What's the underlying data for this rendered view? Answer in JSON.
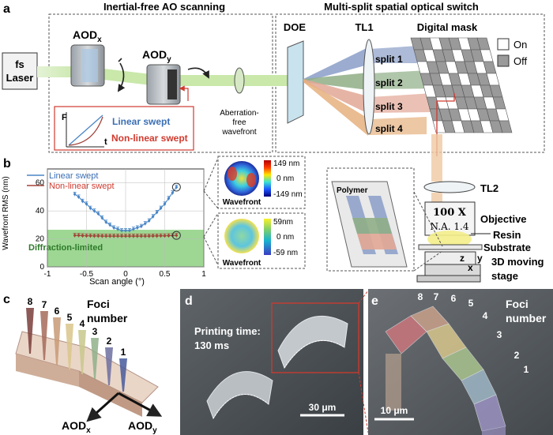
{
  "panel_a": {
    "label": "a",
    "title_left": "Inertial-free AO scanning",
    "title_right": "Multi-split spatial optical switch",
    "laser": [
      "fs",
      "Laser"
    ],
    "aod_x": "AOD",
    "aod_x_sub": "x",
    "aod_y": "AOD",
    "aod_y_sub": "y",
    "aberration_lines": [
      "Aberration-",
      "free",
      "wavefront"
    ],
    "inset_axis_y": "F",
    "inset_axis_x": "t",
    "inset_linear": "Linear swept",
    "inset_nonlinear": "Non-linear swept",
    "doe": "DOE",
    "tl1": "TL1",
    "digital_mask": "Digital mask",
    "splits": [
      "split 1",
      "split 2",
      "split 3",
      "split 4"
    ],
    "legend_on": "On",
    "legend_off": "Off",
    "tl2": "TL2",
    "objective_mag": "100 X",
    "objective_na": "N.A. 1.4",
    "objective_label": "Objective",
    "resin": "Resin",
    "substrate": "Substrate",
    "stage_label": [
      "3D moving",
      "stage"
    ],
    "stage_axes": [
      "z",
      "y",
      "x"
    ],
    "polymer": "Polymer"
  },
  "panel_b": {
    "label": "b",
    "wavefront_label": "Wavefront",
    "cbar_top": [
      "149 nm",
      "0 nm",
      "-149 nm"
    ],
    "cbar_bottom": [
      "59nm",
      "0 nm",
      "-59 nm"
    ],
    "diffraction_limited": "Diffraction-limited"
  },
  "chart_data": {
    "type": "line",
    "title": "",
    "xlabel": "Scan angle (°)",
    "ylabel": "Wavefront RMS (nm)",
    "xlim": [
      -1,
      1
    ],
    "ylim": [
      0,
      70
    ],
    "xticks": [
      "-1",
      "-0.5",
      "0",
      "0.5",
      "1"
    ],
    "yticks": [
      "0",
      "20",
      "40",
      "60"
    ],
    "x": [
      -0.65,
      -0.6,
      -0.55,
      -0.5,
      -0.45,
      -0.4,
      -0.35,
      -0.3,
      -0.25,
      -0.2,
      -0.15,
      -0.1,
      -0.05,
      0,
      0.05,
      0.1,
      0.15,
      0.2,
      0.25,
      0.3,
      0.35,
      0.4,
      0.45,
      0.5,
      0.55,
      0.6,
      0.65
    ],
    "series": [
      {
        "name": "Linear swept",
        "color": "#4a86c6",
        "values": [
          52,
          50,
          47,
          45,
          42,
          40,
          38,
          35,
          32,
          30,
          28,
          27,
          26,
          26,
          26,
          27,
          28,
          29,
          31,
          33,
          36,
          39,
          42,
          45,
          49,
          53,
          57
        ]
      },
      {
        "name": "Non-linear swept",
        "color": "#a2443a",
        "values": [
          22.5,
          22.5,
          22.3,
          22.2,
          22.2,
          22.1,
          22.1,
          22,
          22,
          22,
          22,
          22,
          22,
          22,
          22,
          22,
          22,
          22,
          22,
          22,
          22.1,
          22.1,
          22.2,
          22.2,
          22.3,
          22.4,
          22.5
        ]
      }
    ],
    "shaded_band": {
      "label": "Diffraction-limited",
      "y_range": [
        0,
        26.5
      ]
    },
    "legend_position": "top-left"
  },
  "panel_c": {
    "label": "c",
    "foci_label": [
      "Foci",
      "number"
    ],
    "numbers": [
      "8",
      "7",
      "6",
      "5",
      "4",
      "3",
      "2",
      "1"
    ],
    "aod_x": "AOD",
    "aod_x_sub": "x",
    "aod_y": "AOD",
    "aod_y_sub": "y"
  },
  "panel_d": {
    "label": "d",
    "printing_time": [
      "Printing time:",
      "130 ms"
    ],
    "scale": "30 μm"
  },
  "panel_e": {
    "label": "e",
    "numbers": [
      "8",
      "7",
      "6",
      "5",
      "4",
      "3",
      "2",
      "1"
    ],
    "foci_label": [
      "Foci",
      "number"
    ],
    "scale": "10 μm"
  },
  "colors": {
    "split1": "#8a9ec8",
    "split2": "#8fae86",
    "split3": "#e2a795",
    "split4": "#e6b07e",
    "beam_green": "#c6e6a2",
    "diffraction_green": "#7cc96f",
    "label_red": "#d03a2e",
    "label_blue": "#3b6fb4"
  }
}
